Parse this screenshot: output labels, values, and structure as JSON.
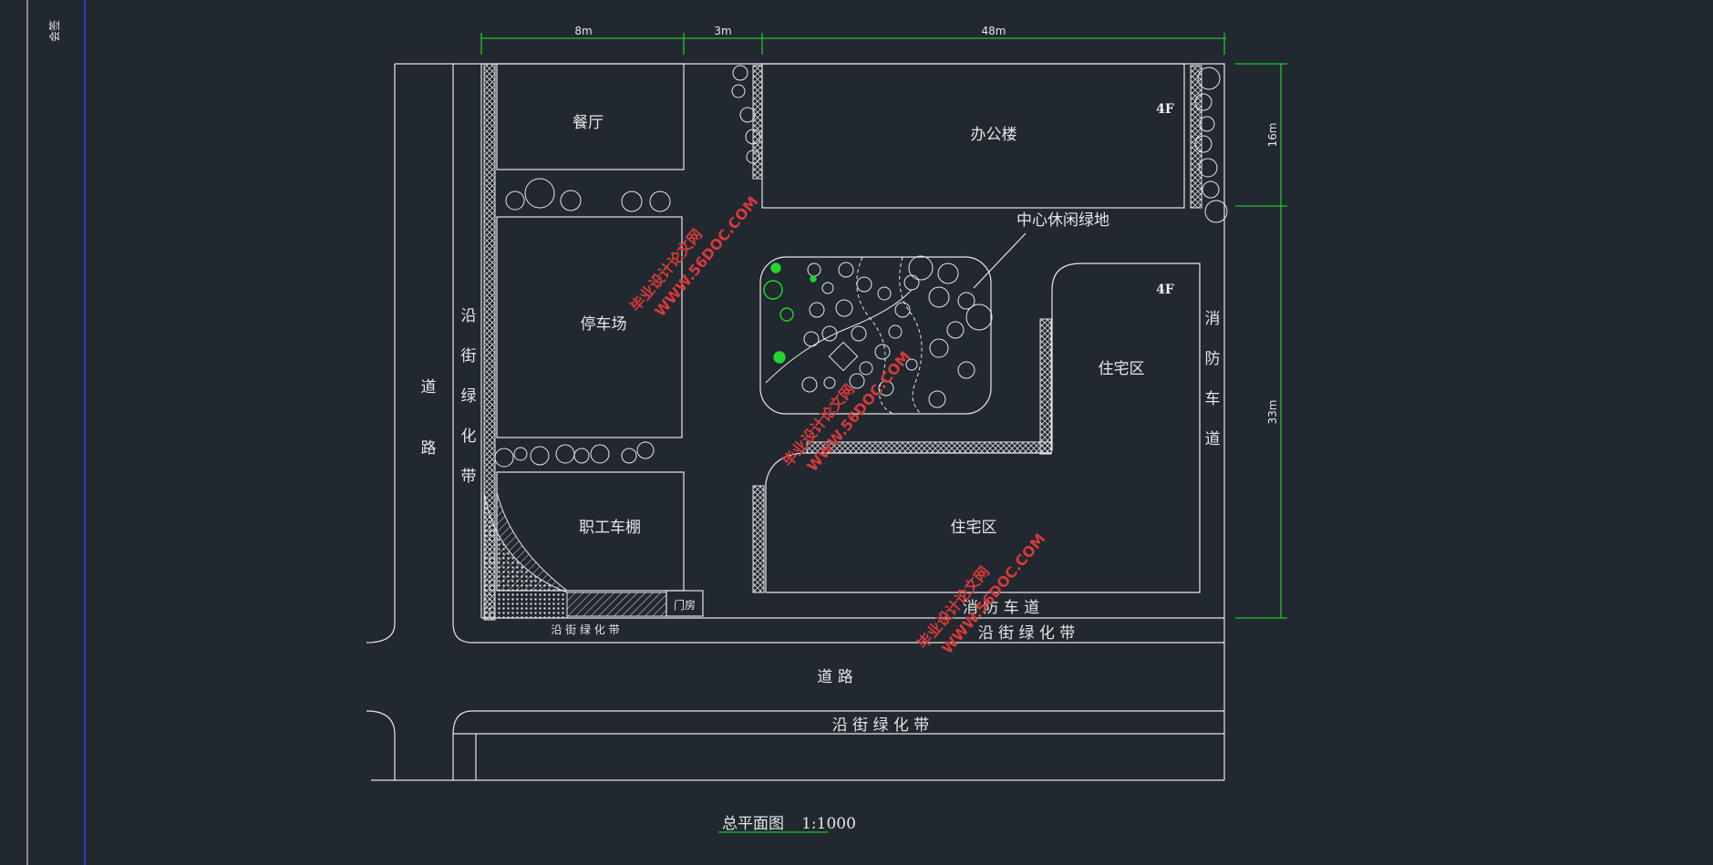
{
  "labels": {
    "corner": "会签",
    "restaurant": "餐厅",
    "office": "办公楼",
    "office_floors": "4F",
    "residential_floors": "4F",
    "central_green": "中心休闲绿地",
    "parking": "停车场",
    "staff_shed": "职工车棚",
    "gate_house": "门房",
    "residential_north": "住宅区",
    "residential_south": "住宅区",
    "street_green_vertical": [
      "沿",
      "街",
      "绿",
      "化",
      "带"
    ],
    "road_vertical": [
      "道",
      "路"
    ],
    "fire_lane_vertical": [
      "消",
      "防",
      "车",
      "道"
    ],
    "fire_lane_south": "消 防 车 道",
    "street_green_inner": "沿 街 绿 化 带",
    "street_green_south": "沿 街 绿 化 带",
    "street_green_far": "沿 街 绿 化 带",
    "road_south": "道          路"
  },
  "dimensions": {
    "top": [
      "8m",
      "3m",
      "48m"
    ],
    "right": [
      "16m",
      "33m"
    ]
  },
  "watermarks": [
    {
      "line1": "毕业设计论文网",
      "line2": "WWW.56DOC.COM"
    },
    {
      "line1": "毕业设计论文网",
      "line2": "WWW.56DOC.COM"
    },
    {
      "line1": "毕业设计论文网",
      "line2": "WWW.56DOC.COM"
    }
  ],
  "title": {
    "text": "总平面图",
    "scale": "1:1000"
  },
  "colors": {
    "background": "#212830",
    "line": "#e6e6e6",
    "dimension": "#22c22e",
    "border": "#2b3cc8",
    "watermark": "#d43a3a",
    "tree_highlight": "#22d42e"
  }
}
